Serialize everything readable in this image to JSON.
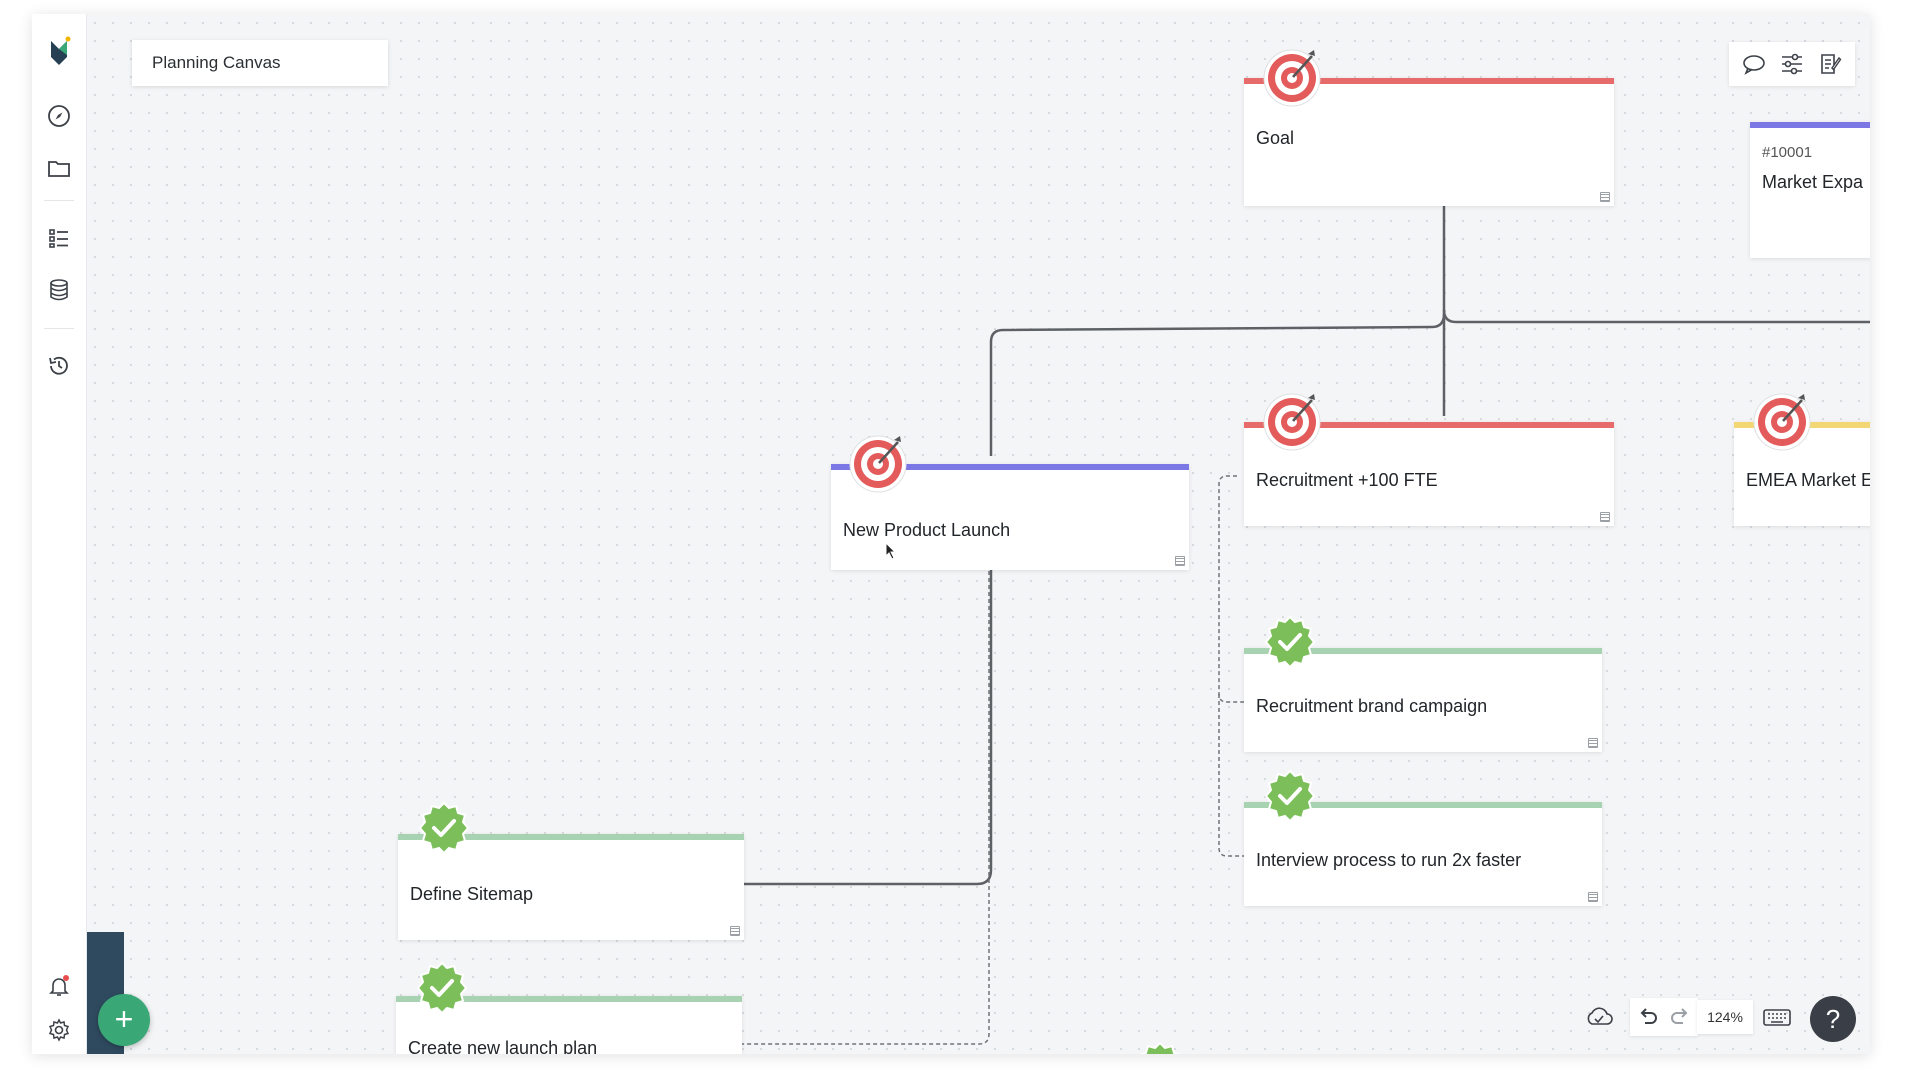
{
  "canvas": {
    "title": "Planning Canvas",
    "zoom": "124%",
    "help": "?",
    "add": "+"
  },
  "cards": {
    "goal": {
      "label": "Goal"
    },
    "market": {
      "id": "#10001",
      "label": "Market Expa"
    },
    "new_product": {
      "label": "New Product Launch"
    },
    "recruitment": {
      "label": "Recruitment +100 FTE"
    },
    "emea": {
      "label": "EMEA Market E"
    },
    "brand": {
      "label": "Recruitment brand campaign"
    },
    "interview": {
      "label": "Interview process to run 2x faster"
    },
    "sitemap": {
      "label": "Define Sitemap"
    },
    "launch_plan": {
      "label": "Create new launch plan"
    }
  },
  "colors": {
    "goal_bar": "#e86b6b",
    "objective_bar": "#7b78e6",
    "task_bar": "#a7d3b2",
    "emea_bar": "#f2d774",
    "check_badge": "#7cbf5a",
    "target_badge": "#e45b5b"
  },
  "icons": {
    "sidebar": [
      "app-logo",
      "compass-icon",
      "folder-icon",
      "list-icon",
      "database-icon",
      "history-icon",
      "bell-icon",
      "gear-icon"
    ],
    "toolbar": [
      "comment-icon",
      "sliders-icon",
      "notes-icon"
    ],
    "bottom": [
      "cloud-icon",
      "undo-icon",
      "redo-icon",
      "keyboard-icon"
    ]
  }
}
